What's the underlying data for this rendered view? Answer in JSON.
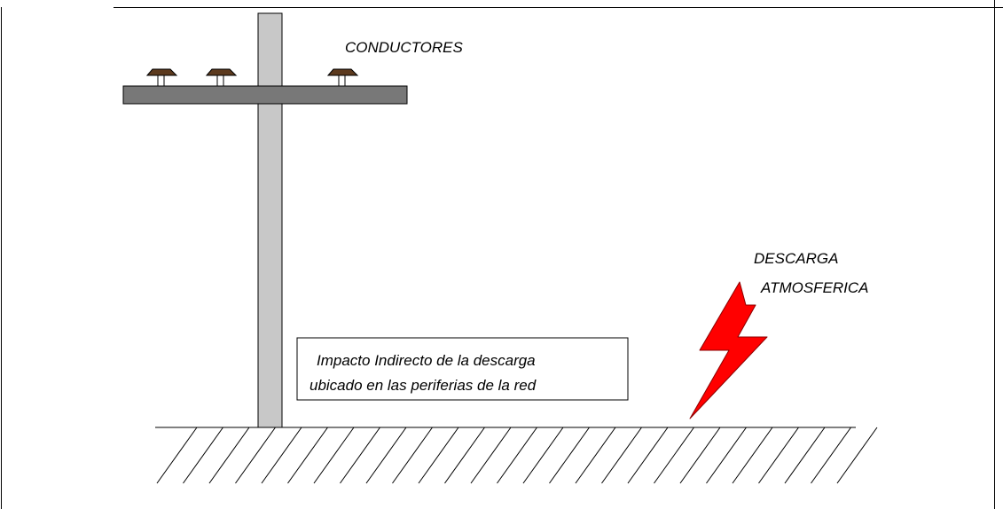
{
  "labels": {
    "conductors": "CONDUCTORES",
    "discharge_line1": "DESCARGA",
    "discharge_line2": "ATMOSFERICA"
  },
  "callout": {
    "line1": "Impacto Indirecto de la descarga",
    "line2": "ubicado en las periferias de la red"
  },
  "icons": {
    "lightning": "lightning-bolt-icon",
    "insulator": "insulator-icon",
    "ground": "ground-hatch"
  },
  "colors": {
    "pole_fill": "#c8c8c8",
    "crossarm_fill": "#787878",
    "insulator_fill": "#5c3a1e",
    "lightning_fill": "#ff0000",
    "line": "#000000"
  }
}
